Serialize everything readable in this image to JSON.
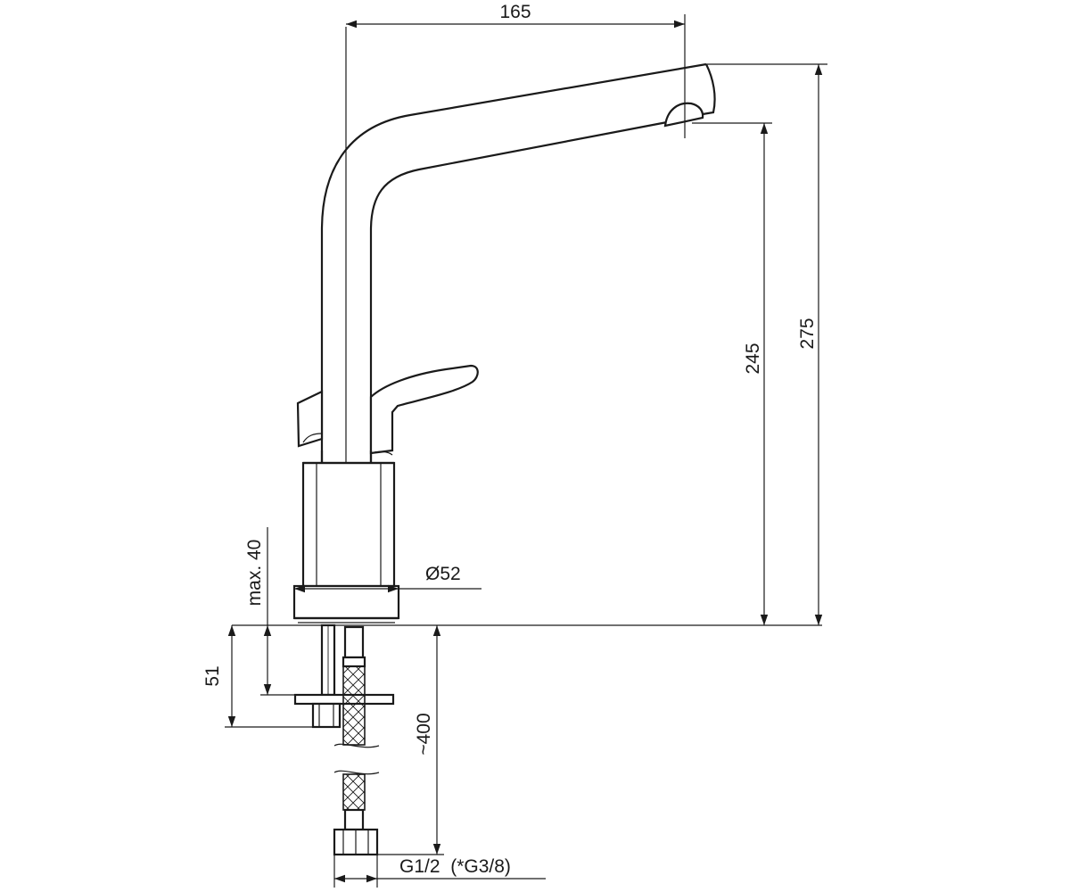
{
  "dimensions": {
    "spout_reach": "165",
    "outlet_height": "245",
    "total_height": "275",
    "base_diameter": "Ø52",
    "max_counter_thickness": "max. 40",
    "fixing_length": "51",
    "hose_length": "~400",
    "connection_thread": "G1/2  (*G3/8)"
  }
}
